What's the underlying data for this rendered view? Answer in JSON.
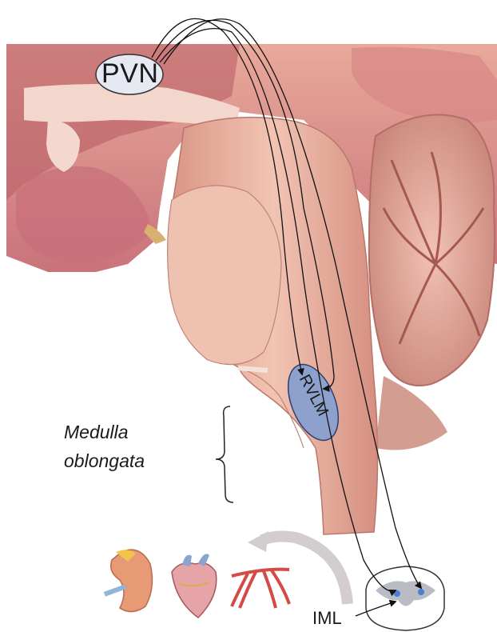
{
  "labels": {
    "pvn": "PVN",
    "rvlm": "RVLM",
    "medulla_line1": "Medulla",
    "medulla_line2": "oblongata",
    "iml": "IML"
  },
  "colors": {
    "brain_pink": "#f0b8a8",
    "brain_dark": "#c97a72",
    "brainstem": "#eab3a0",
    "cerebellum": "#e6ab9c",
    "pvn_fill": "#e6e8f2",
    "rvlm_fill": "#8ea0cc",
    "arrow_stroke": "#111111"
  }
}
